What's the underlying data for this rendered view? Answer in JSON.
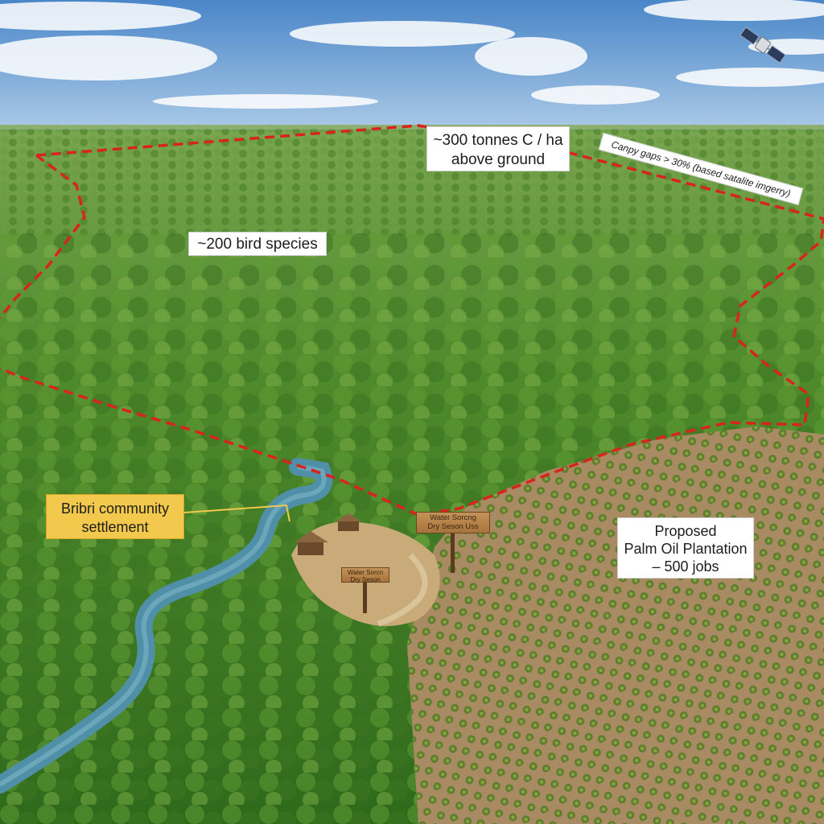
{
  "annotations": {
    "carbon": {
      "line1": "~300 tonnes C / ha",
      "line2": "above ground"
    },
    "birds": {
      "text": "~200 bird species"
    },
    "canopy": {
      "text": "Canpy gaps > 30% (based satalite imgerry)"
    },
    "settlement": {
      "line1": "Bribri community",
      "line2": "settlement"
    },
    "plantation": {
      "line1": "Proposed",
      "line2": "Palm Oil Plantation",
      "line3": "– 500 jobs"
    }
  },
  "signs": {
    "water": {
      "line1": "Water Sorcng",
      "line2": "Dry Seson Uss"
    },
    "small": {
      "line1": "Water Sorcn",
      "line2": "Dry Seson"
    }
  },
  "colors": {
    "boundary": "#d9231d",
    "settlement_label": "#f2c94c",
    "sky_top": "#4a86c8",
    "forest": "#3f7a22",
    "river": "#4f8fa8",
    "plantation_soil": "#a88a63"
  },
  "icons": {
    "satellite": "satellite-icon"
  }
}
